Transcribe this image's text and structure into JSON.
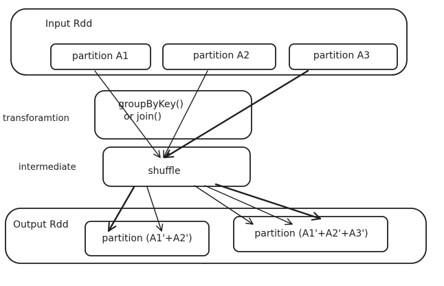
{
  "colors": {
    "ink": "#1e1e1e",
    "background": "#ffffff"
  },
  "input_rdd": {
    "label": "Input Rdd",
    "partitions": [
      "partition A1",
      "partition A2",
      "partition A3"
    ]
  },
  "transformation": {
    "side_label": "transforamtion",
    "line1": "groupByKey()",
    "line2": "or join()"
  },
  "intermediate": {
    "side_label": "intermediate",
    "label": "shuffle"
  },
  "output_rdd": {
    "label": "Output Rdd",
    "partitions": [
      "partition (A1'+A2')",
      "partition (A1'+A2'+A3')"
    ]
  }
}
